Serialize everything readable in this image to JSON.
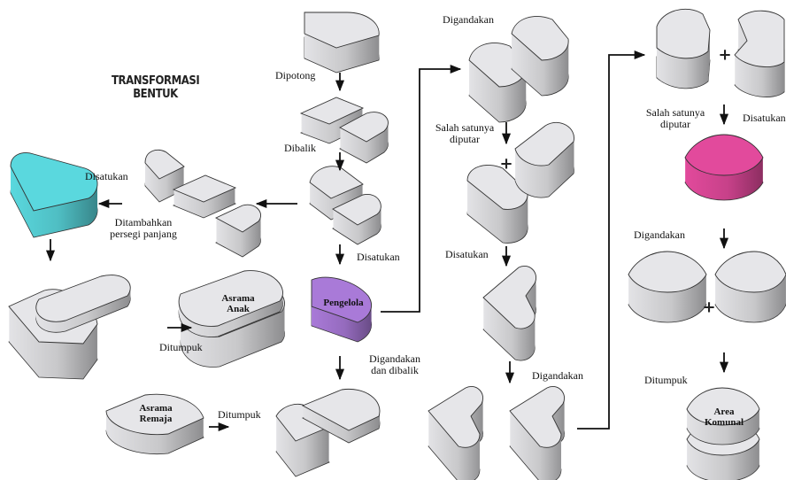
{
  "title": [
    "TRANSFORMASI",
    "BENTUK"
  ],
  "labels": {
    "dipotong": "Dipotong",
    "dibalik": "Dibalik",
    "disatukan": "Disatukan",
    "ditambahkan_1": "Ditambahkan",
    "ditambahkan_2": "persegi panjang",
    "ditumpuk": "Ditumpuk",
    "digandakan": "Digandakan",
    "digandakan_dibalik_1": "Digandakan",
    "digandakan_dibalik_2": "dan dibalik",
    "salah_satunya_1": "Salah satunya",
    "salah_satunya_2": "diputar",
    "disatukan_cut": "Disatukan"
  },
  "blocks": {
    "pengelola": "Pengelola",
    "asrama_anak": [
      "Asrama",
      "Anak"
    ],
    "asrama_remaja": [
      "Asrama",
      "Remaja"
    ],
    "area_komunal": [
      "Area",
      "Komunal"
    ]
  },
  "colors": {
    "cyan": "#5ad8de",
    "purple": "#a97ad8",
    "magenta": "#e24a9c",
    "grey": "#e3e3e6"
  }
}
